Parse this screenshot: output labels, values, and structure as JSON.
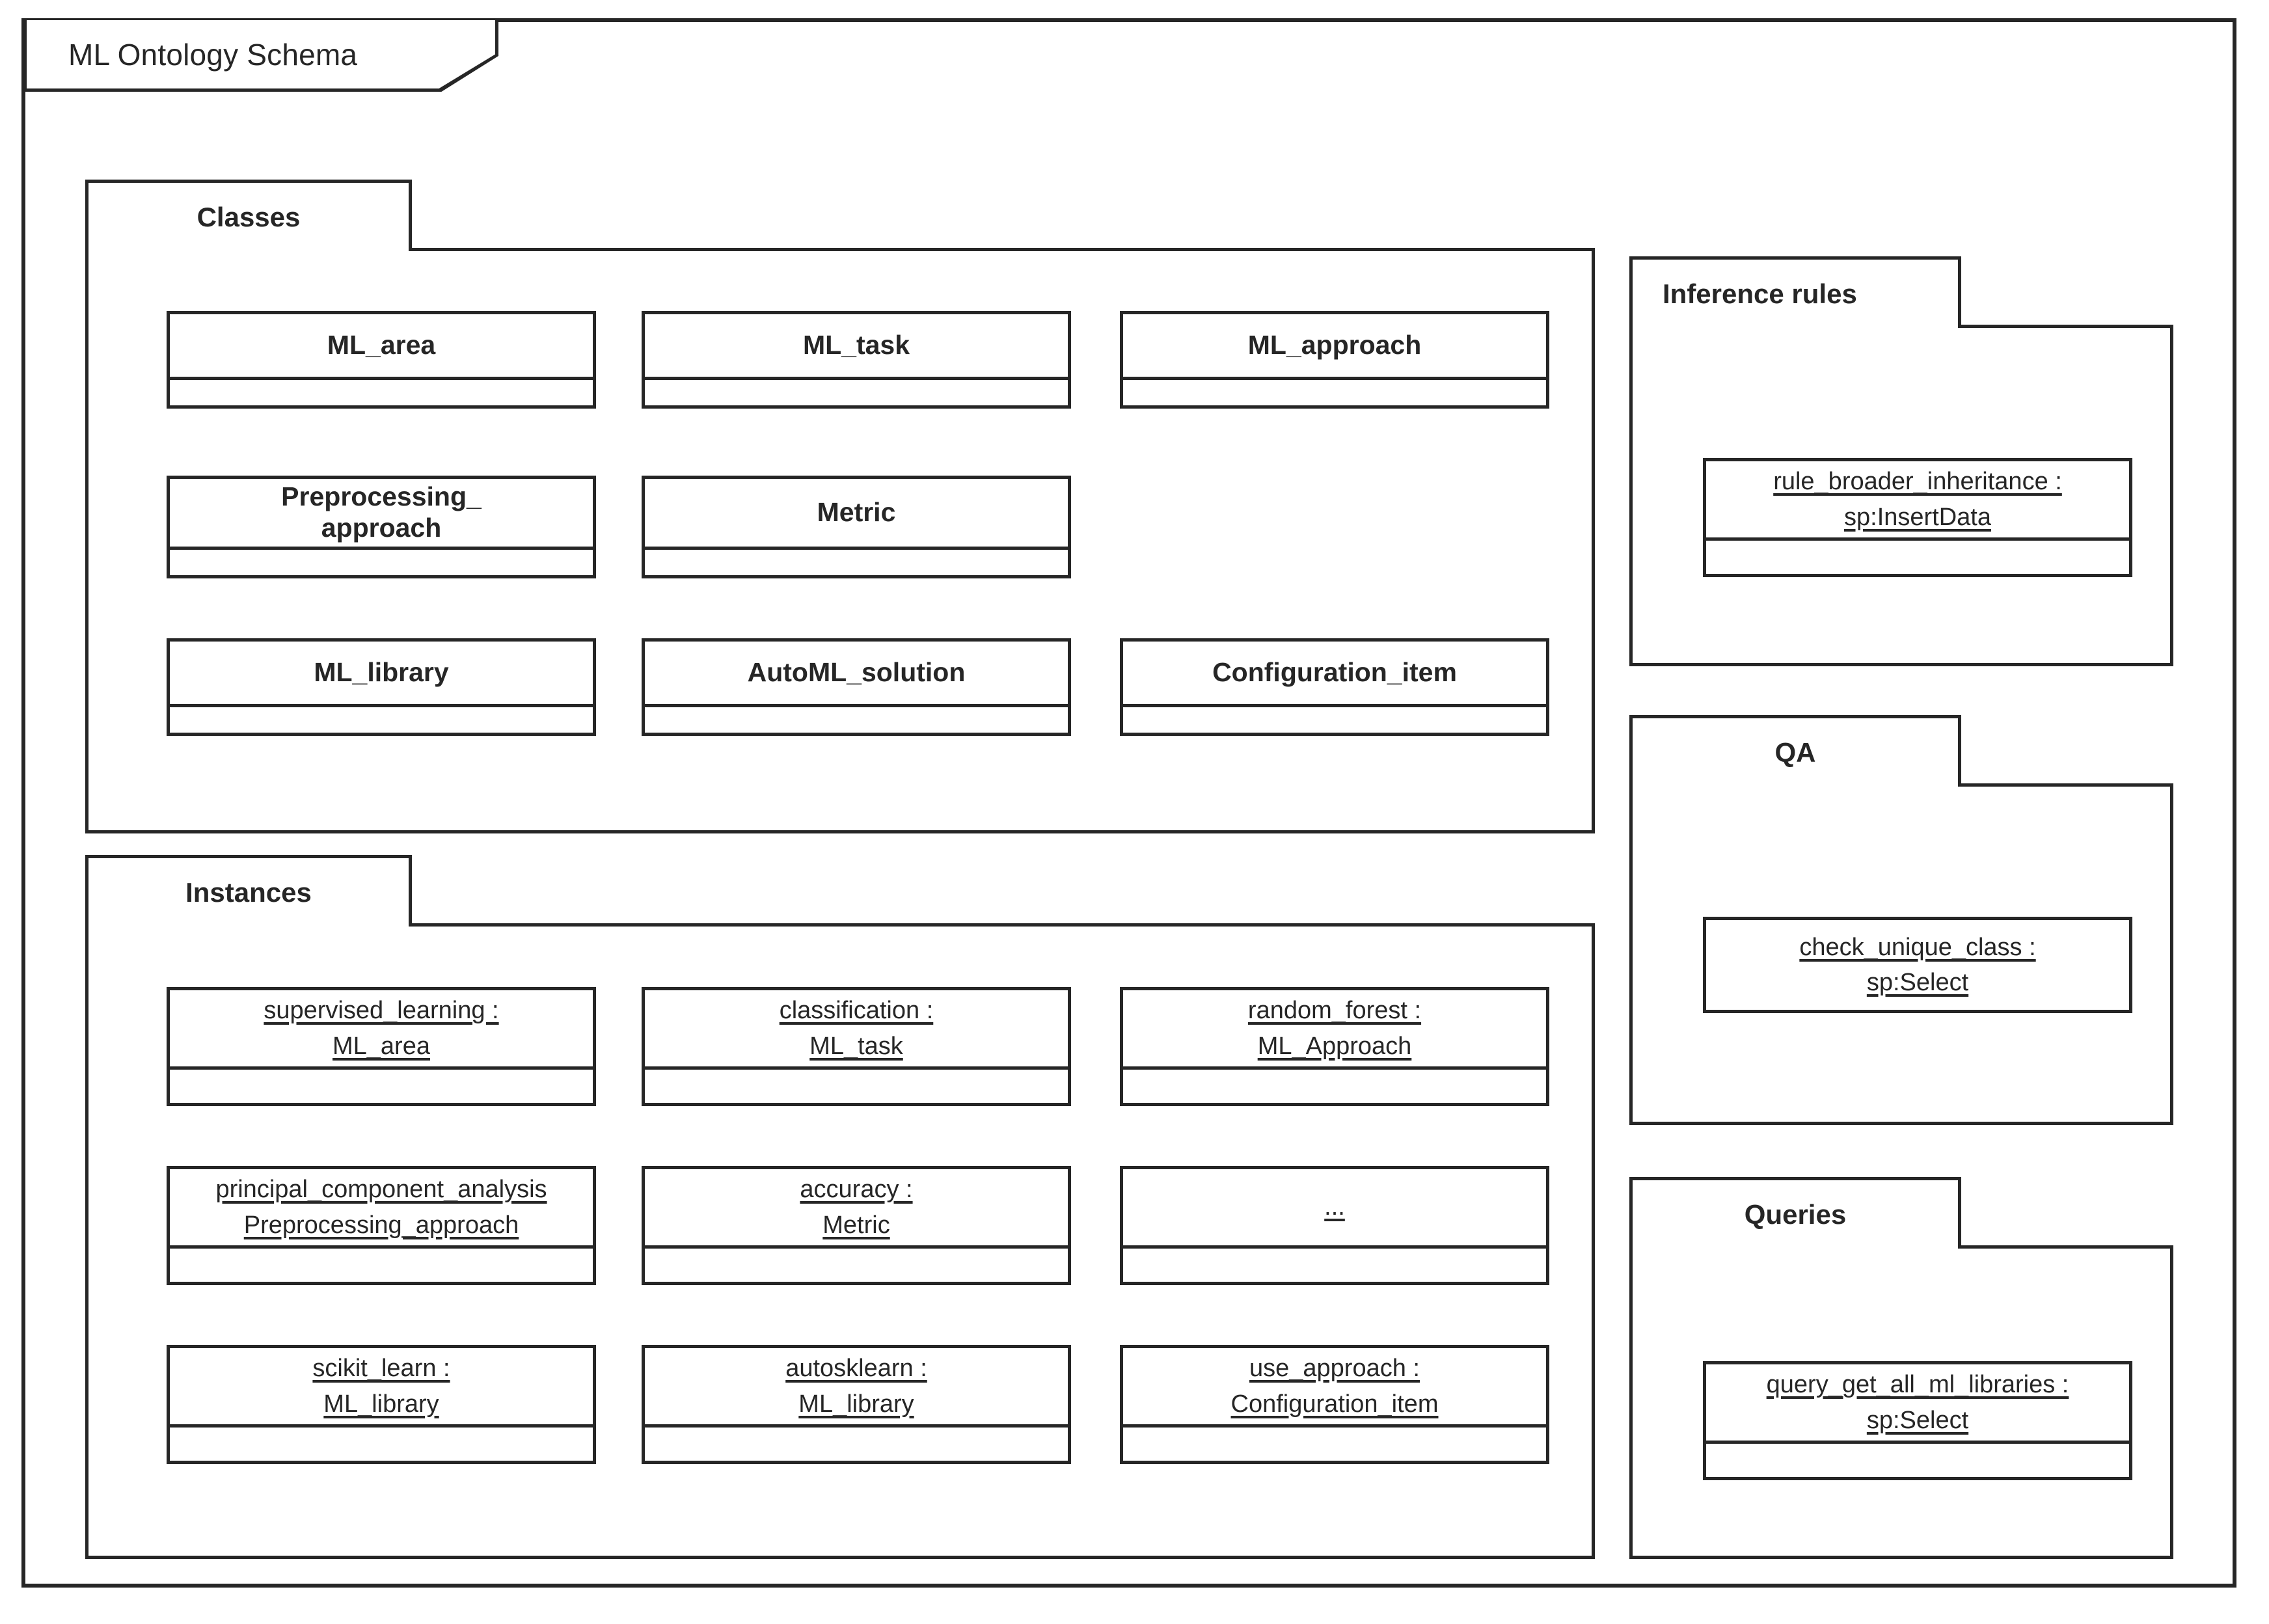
{
  "frame": {
    "title": "ML Ontology Schema"
  },
  "packages": {
    "classes": {
      "label": "Classes",
      "boxes": [
        {
          "name": "ML_area"
        },
        {
          "name": "ML_task"
        },
        {
          "name": "ML_approach"
        },
        {
          "name": "Preprocessing_\napproach",
          "line1": "Preprocessing_",
          "line2": "approach"
        },
        {
          "name": "Metric"
        },
        {
          "name": "ML_library"
        },
        {
          "name": "AutoML_solution"
        },
        {
          "name": "Configuration_item"
        }
      ]
    },
    "instances": {
      "label": "Instances",
      "boxes": [
        {
          "line1": "supervised_learning :",
          "line2": "ML_area"
        },
        {
          "line1": "classification :",
          "line2": "ML_task"
        },
        {
          "line1": "random_forest :",
          "line2": "ML_Approach"
        },
        {
          "line1": "principal_component_analysis",
          "line2": "Preprocessing_approach"
        },
        {
          "line1": "accuracy :",
          "line2": "Metric"
        },
        {
          "line1": "...",
          "line2": ""
        },
        {
          "line1": "scikit_learn :",
          "line2": "ML_library"
        },
        {
          "line1": "autosklearn :",
          "line2": "ML_library"
        },
        {
          "line1": "use_approach :",
          "line2": "Configuration_item"
        }
      ]
    },
    "inference_rules": {
      "label": "Inference rules",
      "boxes": [
        {
          "line1": "rule_broader_inheritance :",
          "line2": "sp:InsertData"
        }
      ]
    },
    "qa": {
      "label": "QA",
      "boxes": [
        {
          "line1": "check_unique_class :",
          "line2": "sp:Select"
        }
      ]
    },
    "queries": {
      "label": "Queries",
      "boxes": [
        {
          "line1": "query_get_all_ml_libraries :",
          "line2": "sp:Select"
        }
      ]
    }
  },
  "colors": {
    "stroke": "#262626",
    "background": "#ffffff"
  }
}
